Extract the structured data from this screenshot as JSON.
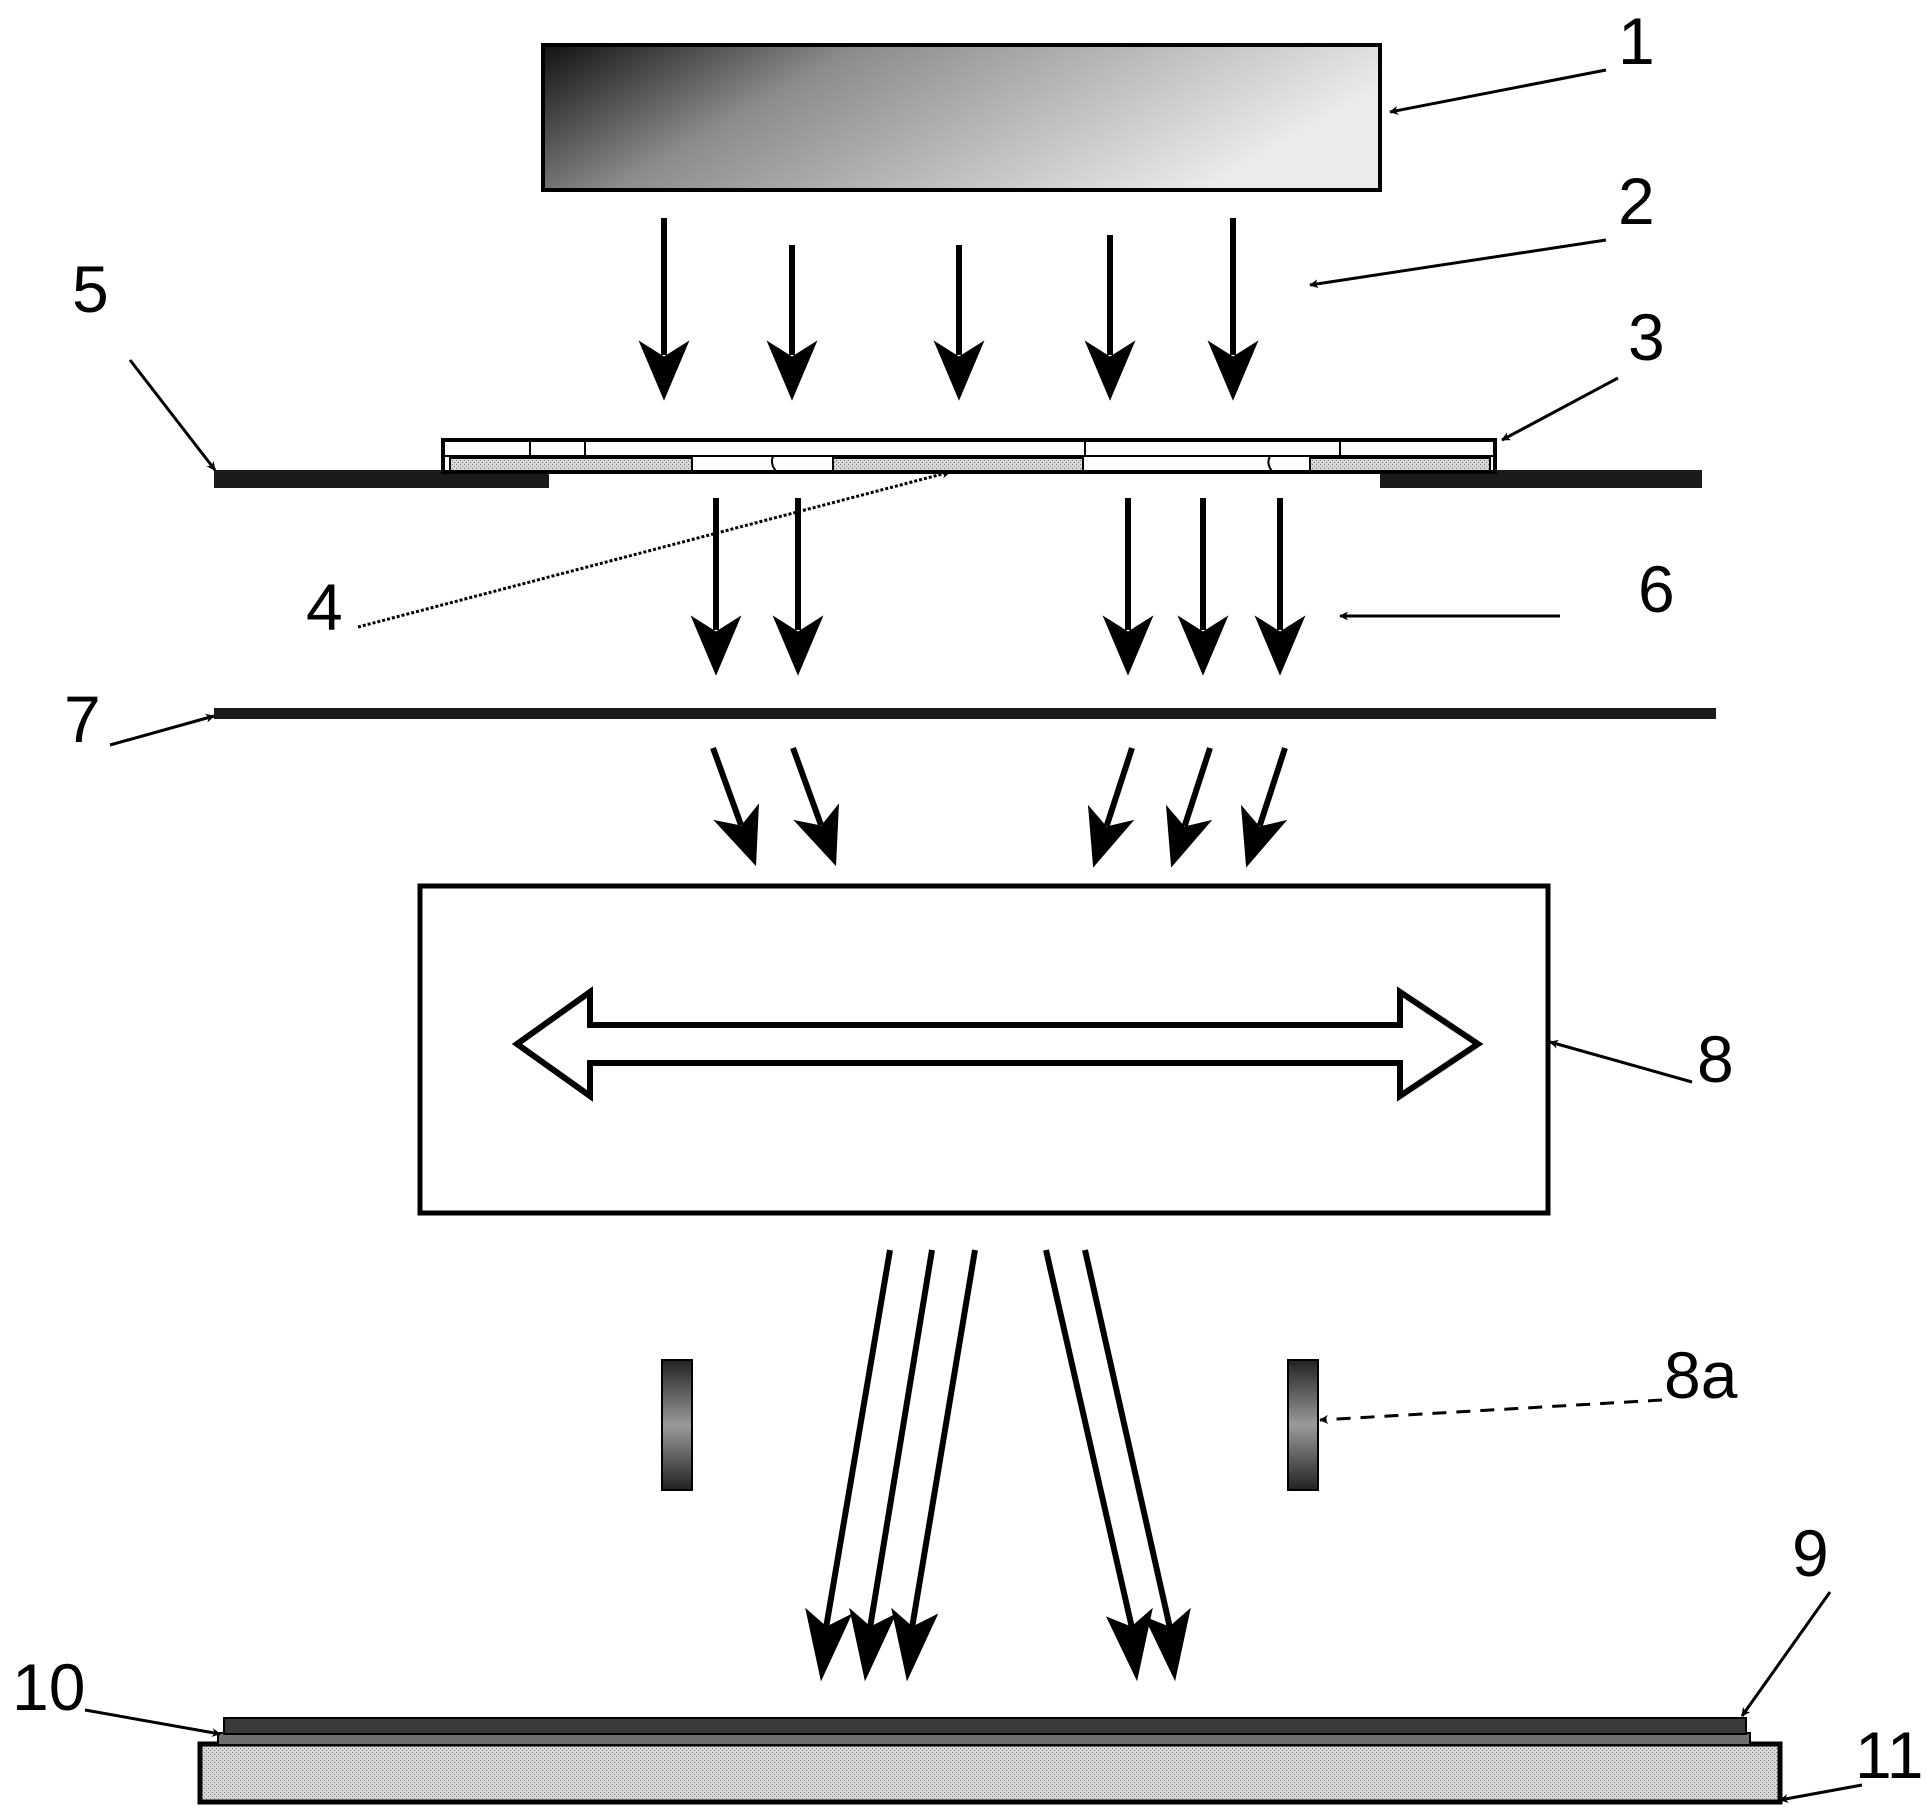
{
  "labels": {
    "l1": "1",
    "l2": "2",
    "l3": "3",
    "l4": "4",
    "l5": "5",
    "l6": "6",
    "l7": "7",
    "l8": "8",
    "l8a": "8a",
    "l9": "9",
    "l10": "10",
    "l11": "11"
  },
  "colors": {
    "ink": "#000000",
    "source_dark": "#1a1a1a",
    "source_light": "#e6e6e6",
    "substrate_fill": "#cfcfcf",
    "layer_dark": "#3a3a3a",
    "layer_mid": "#8a8a8a"
  }
}
